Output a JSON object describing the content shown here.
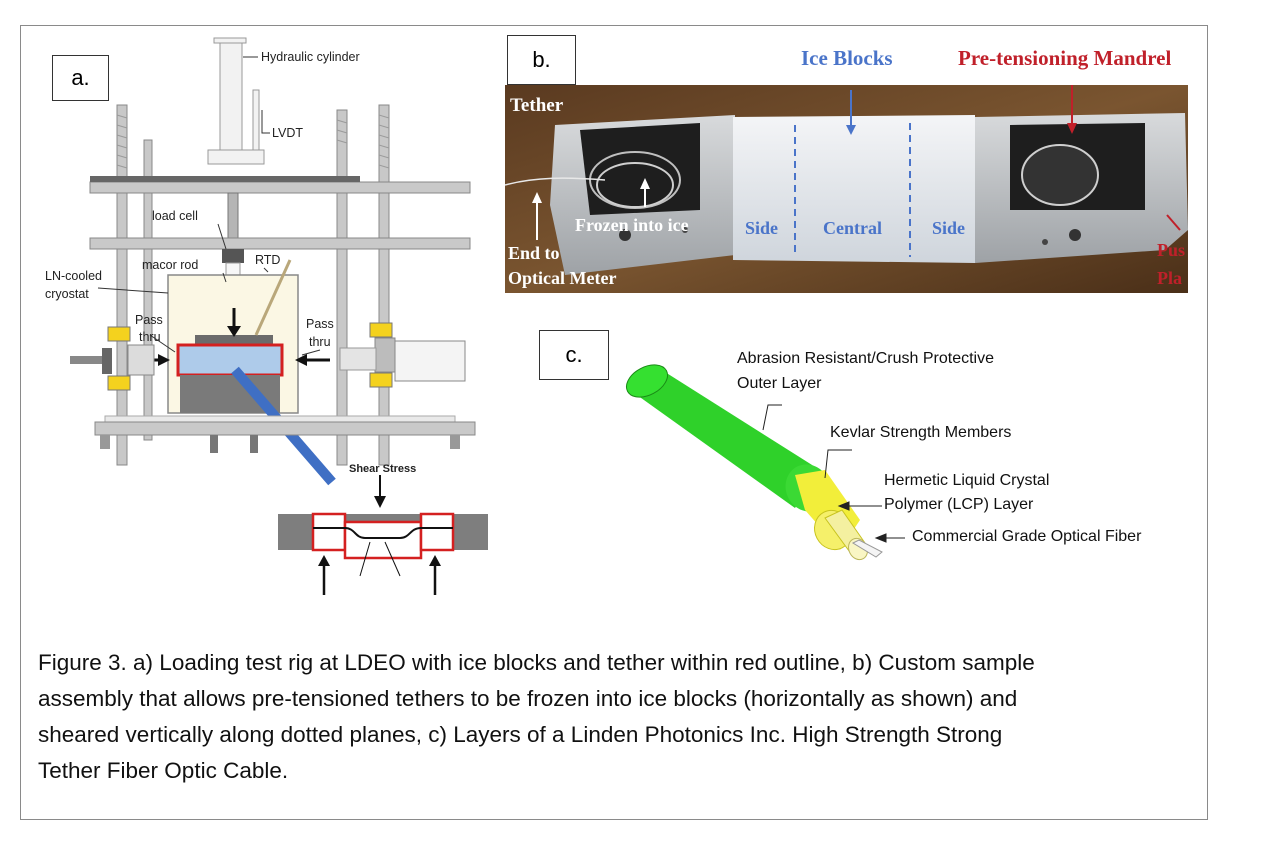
{
  "panel_a": {
    "tag": "a.",
    "labels": {
      "hydraulic_cylinder": "Hydraulic cylinder",
      "lvdt": "LVDT",
      "load_cell": "load cell",
      "macor_rod": "macor rod",
      "rtd": "RTD",
      "ln_cooled_1": "LN-cooled",
      "ln_cooled_2": "cryostat",
      "pass_left_1": "Pass",
      "pass_left_2": "thru",
      "pass_right_1": "Pass",
      "pass_right_2": "thru",
      "shear_stress": "Shear Stress"
    }
  },
  "panel_b": {
    "tag": "b.",
    "labels": {
      "ice_blocks": "Ice Blocks",
      "pre_tensioning": "Pre-tensioning Mandrel",
      "tether": "Tether",
      "frozen": "Frozen into ice",
      "end_to_1": "End to",
      "end_to_2": "Optical Meter",
      "side_left": "Side",
      "central": "Central",
      "side_right": "Side",
      "push_1": "Pus",
      "push_2": "Pla"
    }
  },
  "panel_c": {
    "tag": "c.",
    "labels": {
      "outer_1": "Abrasion Resistant/Crush Protective",
      "outer_2": "Outer Layer",
      "kevlar": "Kevlar Strength Members",
      "lcp_1": "Hermetic Liquid Crystal",
      "lcp_2": "Polymer (LCP) Layer",
      "fiber": "Commercial Grade Optical Fiber"
    }
  },
  "caption": {
    "lines": [
      "Figure 3. a) Loading test rig at LDEO with ice blocks and tether within red outline, b) Custom sample",
      "assembly that allows pre-tensioned tethers to be frozen into ice blocks (horizontally as shown) and",
      "sheared vertically along dotted planes, c) Layers of a Linden Photonics Inc. High Strength Strong",
      "Tether Fiber Optic Cable."
    ]
  },
  "colors": {
    "photo_label_white": "#ffffff",
    "photo_label_blue": "#4a74c9",
    "photo_label_red": "#c0202a",
    "outline_red": "#d42020",
    "rod_blue": "#3f6fc4",
    "cable_green": "#2fd12a",
    "kevlar_yellow": "#f2ee3a"
  }
}
